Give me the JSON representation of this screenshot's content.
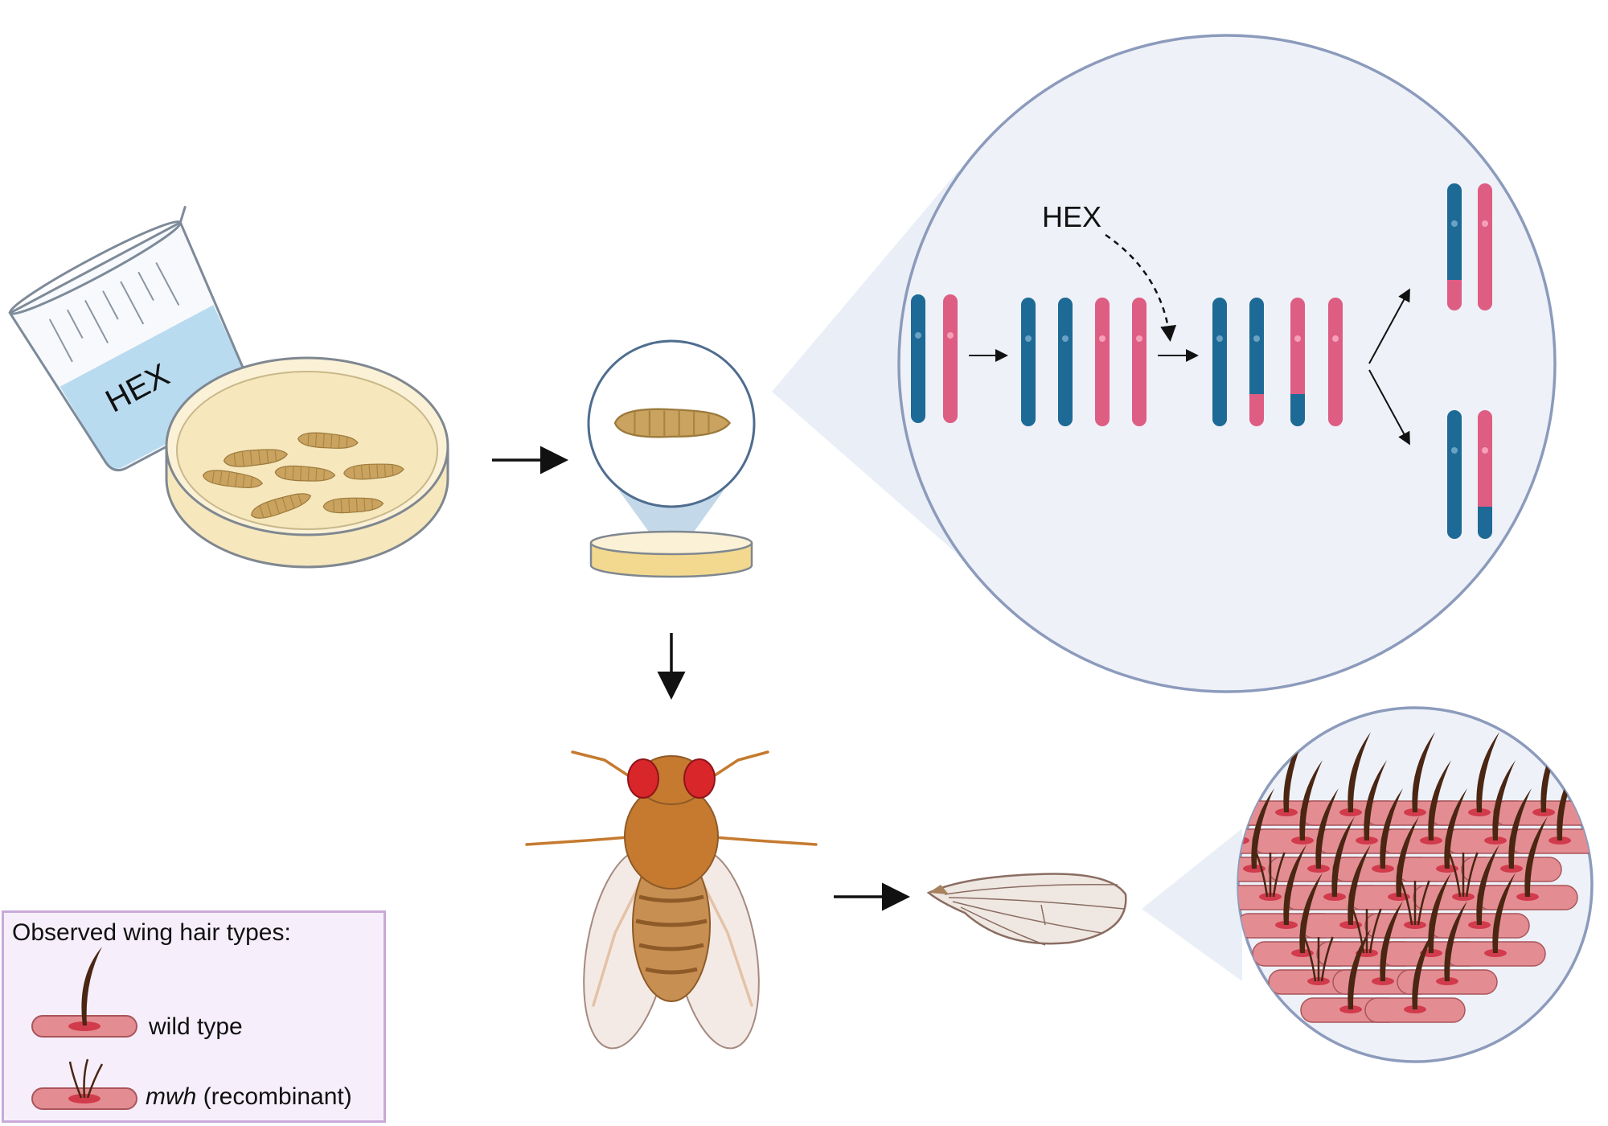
{
  "beaker": {
    "label": "HEX"
  },
  "zoom_panel": {
    "reagent_label": "HEX"
  },
  "legend": {
    "title": "Observed wing hair types:",
    "wild_type_label": "wild type",
    "mwh_term": "mwh",
    "mwh_suffix": " (recombinant)"
  },
  "colors": {
    "chromosome_blue": "#1e6a96",
    "chromosome_pink": "#de5d83",
    "zoom_fill": "#eef1f8",
    "zoom_border": "#8c9bbc",
    "larva": "#c9a35f",
    "dish_medium": "#f6e7bd",
    "liquid": "#8fc9ea",
    "fly_body": "#c57a2f",
    "fly_eye": "#d8262b",
    "cell_pink": "#e38d92",
    "hair_brown": "#4a2613",
    "legend_border": "#c9a9d9",
    "legend_fill": "#f6effb"
  }
}
